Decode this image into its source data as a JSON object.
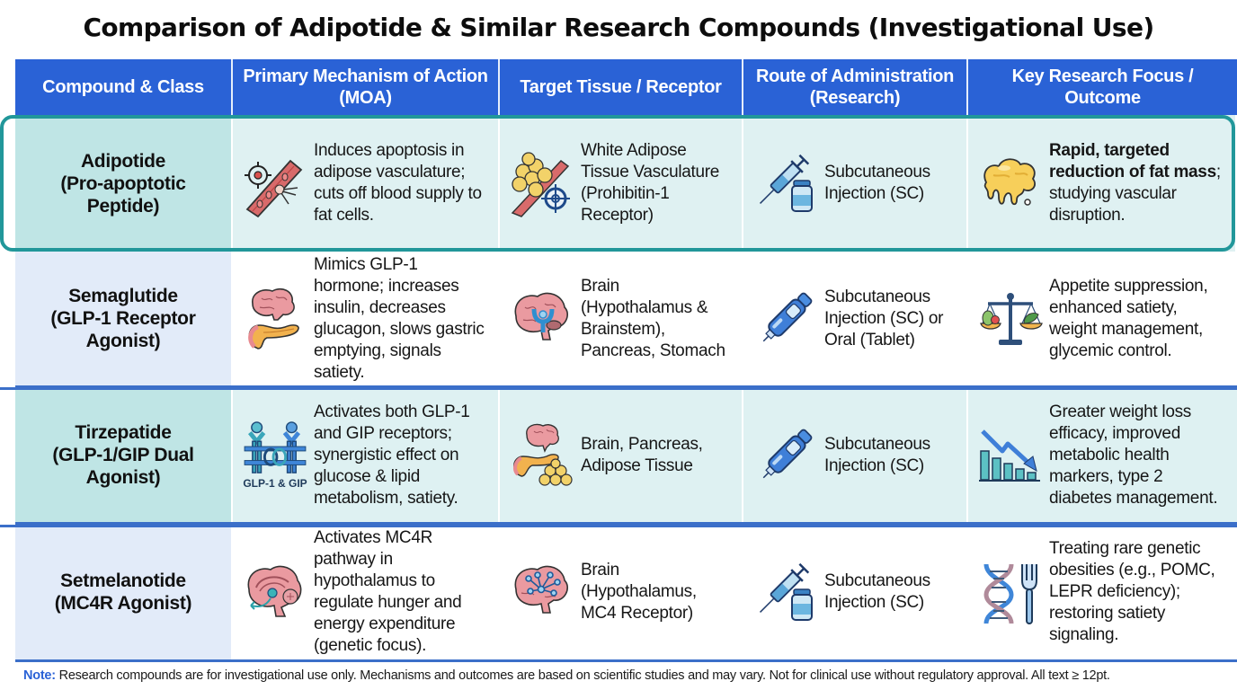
{
  "title": "Comparison of Adipotide & Similar Research Compounds (Investigational Use)",
  "headers": [
    "Compound & Class",
    "Primary Mechanism of Action (MOA)",
    "Target Tissue / Receptor",
    "Route of Administration (Research)",
    "Key Research Focus / Outcome"
  ],
  "rows": [
    {
      "name": "Adipotide",
      "class": "(Pro-apoptotic Peptide)",
      "highlighted": true,
      "moa": "Induces apoptosis in adipose vasculature; cuts off blood supply to fat cells.",
      "moa_icon": "blood-vessel-target-icon",
      "target": "White Adipose Tissue Vasculature (Prohibitin-1 Receptor)",
      "target_icon": "fat-cells-vessel-target-icon",
      "route": "Subcutaneous Injection (SC)",
      "route_icon": "syringe-vial-icon",
      "outcome_bold": "Rapid, targeted reduction of fat mass",
      "outcome_rest": "; studying vascular disruption.",
      "outcome_icon": "melting-fat-icon"
    },
    {
      "name": "Semaglutide",
      "class": "(GLP-1 Receptor Agonist)",
      "moa": "Mimics GLP-1 hormone; increases insulin, decreases glucagon, slows gastric emptying, signals satiety.",
      "moa_icon": "brain-pancreas-icon",
      "target": "Brain (Hypothalamus & Brainstem), Pancreas, Stomach",
      "target_icon": "brain-hypothalamus-icon",
      "route": "Subcutaneous Injection (SC) or Oral (Tablet)",
      "route_icon": "injection-pen-icon",
      "outcome": "Appetite suppression, enhanced satiety, weight management, glycemic control.",
      "outcome_icon": "balance-scale-icon"
    },
    {
      "name": "Tirzepatide",
      "class": "(GLP-1/GIP Dual Agonist)",
      "moa": "Activates both GLP-1 and GIP receptors; synergistic effect on glucose & lipid metabolism, satiety.",
      "moa_icon": "dual-receptor-icon",
      "moa_icon_label": "GLP-1 & GIP",
      "target": "Brain, Pancreas, Adipose Tissue",
      "target_icon": "brain-pancreas-fat-icon",
      "route": "Subcutaneous Injection (SC)",
      "route_icon": "injection-pen-icon",
      "outcome": "Greater weight loss efficacy, improved metabolic health markers, type 2 diabetes management.",
      "outcome_icon": "declining-bar-chart-icon"
    },
    {
      "name": "Setmelanotide",
      "class": "(MC4R Agonist)",
      "moa": "Activates MC4R pathway in hypothalamus to regulate hunger and energy expenditure (genetic focus).",
      "moa_icon": "brain-sagittal-icon",
      "target": "Brain (Hypothalamus, MC4 Receptor)",
      "target_icon": "brain-network-icon",
      "route": "Subcutaneous Injection (SC)",
      "route_icon": "syringe-vial-icon",
      "outcome": "Treating rare genetic obesities (e.g., POMC, LEPR deficiency); restoring satiety signaling.",
      "outcome_icon": "dna-fork-icon"
    }
  ],
  "note": {
    "label": "Note:",
    "text": " Research compounds are for investigational use only. Mechanisms and outcomes are based on scientific studies and may vary. Not for clinical use without regulatory approval. All text ≥ 12pt."
  },
  "colors": {
    "header_bg": "#2a62d6",
    "highlight_border": "#21979a",
    "teal_row": "#dff1f2",
    "blue_name_cell": "#e2ebf9",
    "separator": "#3b6fc9"
  }
}
